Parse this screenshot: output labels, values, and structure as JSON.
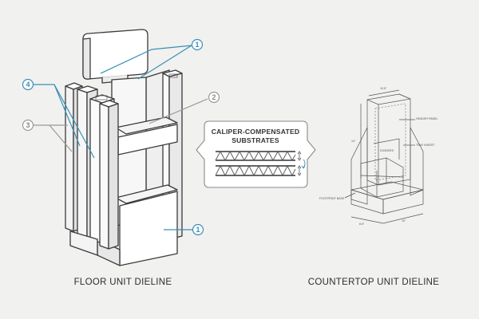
{
  "captions": {
    "floor_unit": "FLOOR UNIT DIELINE",
    "countertop_unit": "COUNTERTOP UNIT DIELINE"
  },
  "substrate_box": {
    "title_line1": "CALIPER-COMPENSATED",
    "title_line2": "SUBSTRATES"
  },
  "callouts": [
    {
      "label": "1",
      "color": "#3a8fb7"
    },
    {
      "label": "2",
      "color": "#9a9a9a"
    },
    {
      "label": "3",
      "color": "#9a9a9a"
    },
    {
      "label": "4",
      "color": "#3a8fb7"
    },
    {
      "label": "1",
      "color": "#3a8fb7"
    }
  ],
  "countertop_dims": {
    "top": "10.5\"",
    "height_left": "14\"",
    "right_note_1": "HEADER\nPANEL",
    "right_note_2": "TRAY\nINSERT",
    "center_note": "DIVIDERS",
    "bottom_left": "FOOTPRINT\nBASE",
    "bottom_1": "8.5\"",
    "bottom_2": "10\""
  },
  "colors": {
    "accent": "#3a8fb7",
    "neutral": "#9a9a9a",
    "background": "#f1f1ef"
  }
}
